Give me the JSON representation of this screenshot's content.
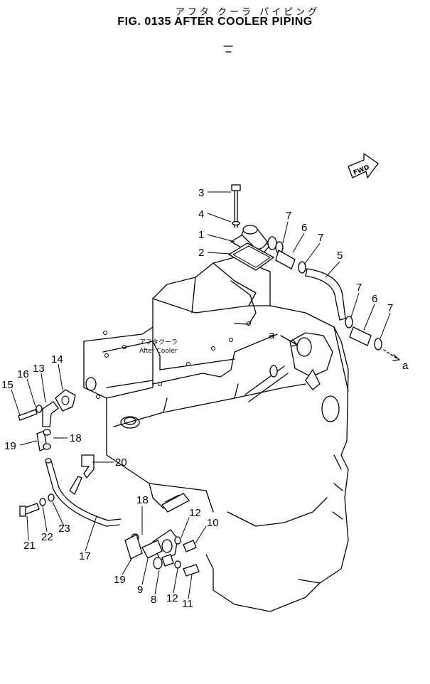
{
  "header": {
    "jp_title": "アフタ クーラ パイピング",
    "title": "FIG. 0135  AFTER COOLER PIPING"
  },
  "diagram": {
    "fwd_label": "FWD",
    "engine_label_jp": "アフタクーラ",
    "engine_label_en": "After Cooler",
    "connector_a_left": "a",
    "connector_a_right": "a",
    "callouts": [
      {
        "id": "c3",
        "text": "3"
      },
      {
        "id": "c4",
        "text": "4"
      },
      {
        "id": "c1",
        "text": "1"
      },
      {
        "id": "c2",
        "text": "2"
      },
      {
        "id": "c7a",
        "text": "7"
      },
      {
        "id": "c6a",
        "text": "6"
      },
      {
        "id": "c7b",
        "text": "7"
      },
      {
        "id": "c5",
        "text": "5"
      },
      {
        "id": "c7c",
        "text": "7"
      },
      {
        "id": "c6b",
        "text": "6"
      },
      {
        "id": "c7d",
        "text": "7"
      },
      {
        "id": "c14",
        "text": "14"
      },
      {
        "id": "c16",
        "text": "16"
      },
      {
        "id": "c13",
        "text": "13"
      },
      {
        "id": "c15",
        "text": "15"
      },
      {
        "id": "c18a",
        "text": "18"
      },
      {
        "id": "c19a",
        "text": "19"
      },
      {
        "id": "c20",
        "text": "20"
      },
      {
        "id": "c18b",
        "text": "18"
      },
      {
        "id": "c12a",
        "text": "12"
      },
      {
        "id": "c10",
        "text": "10"
      },
      {
        "id": "c21",
        "text": "21"
      },
      {
        "id": "c22",
        "text": "22"
      },
      {
        "id": "c23",
        "text": "23"
      },
      {
        "id": "c17",
        "text": "17"
      },
      {
        "id": "c19b",
        "text": "19"
      },
      {
        "id": "c9",
        "text": "9"
      },
      {
        "id": "c8",
        "text": "8"
      },
      {
        "id": "c12b",
        "text": "12"
      },
      {
        "id": "c11",
        "text": "11"
      }
    ]
  }
}
